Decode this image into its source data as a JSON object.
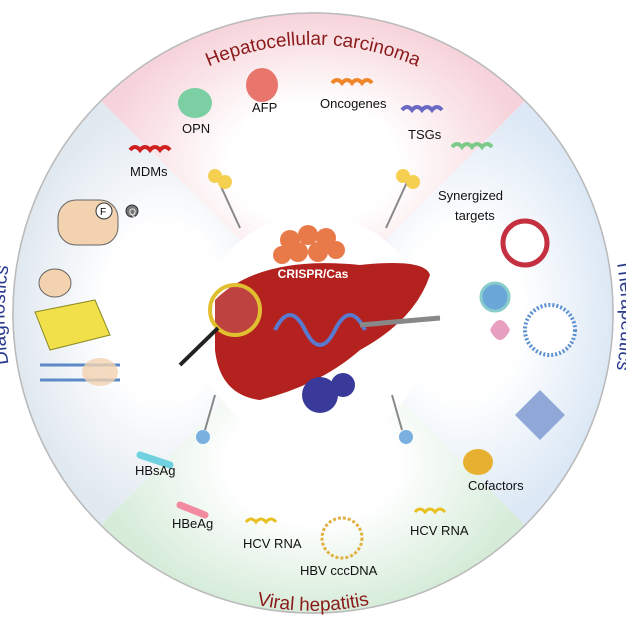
{
  "sections": {
    "top": {
      "title": "Hepatocellular carcinoma",
      "color": "#8b1a1a"
    },
    "right": {
      "title": "Therapeutics",
      "color": "#2a3a8c"
    },
    "bottom": {
      "title": "Viral hepatitis",
      "color": "#8b1a1a"
    },
    "left": {
      "title": "Diagnostics",
      "color": "#2a3a8c"
    }
  },
  "center": {
    "label": "CRISPR/Cas"
  },
  "hcc_labels": {
    "mdms": "MDMs",
    "opn": "OPN",
    "afp": "AFP",
    "oncogenes": "Oncogenes",
    "tsgs": "TSGs",
    "synergized_1": "Synergized",
    "synergized_2": "targets"
  },
  "viral_labels": {
    "hbsag": "HBsAg",
    "hbeag": "HBeAg",
    "hcv_rna_left": "HCV RNA",
    "hbv_cccdna": "HBV cccDNA",
    "hcv_rna_right": "HCV RNA",
    "cofactors": "Cofactors"
  },
  "diagnostics_labels": {
    "fluor": "F",
    "quencher": "Q"
  },
  "colors": {
    "top_bg": "#f7dbe0",
    "right_bg": "#e3ecf6",
    "bottom_bg": "#dff0e2",
    "left_bg": "#e8eef4",
    "liver": "#b3221f"
  }
}
